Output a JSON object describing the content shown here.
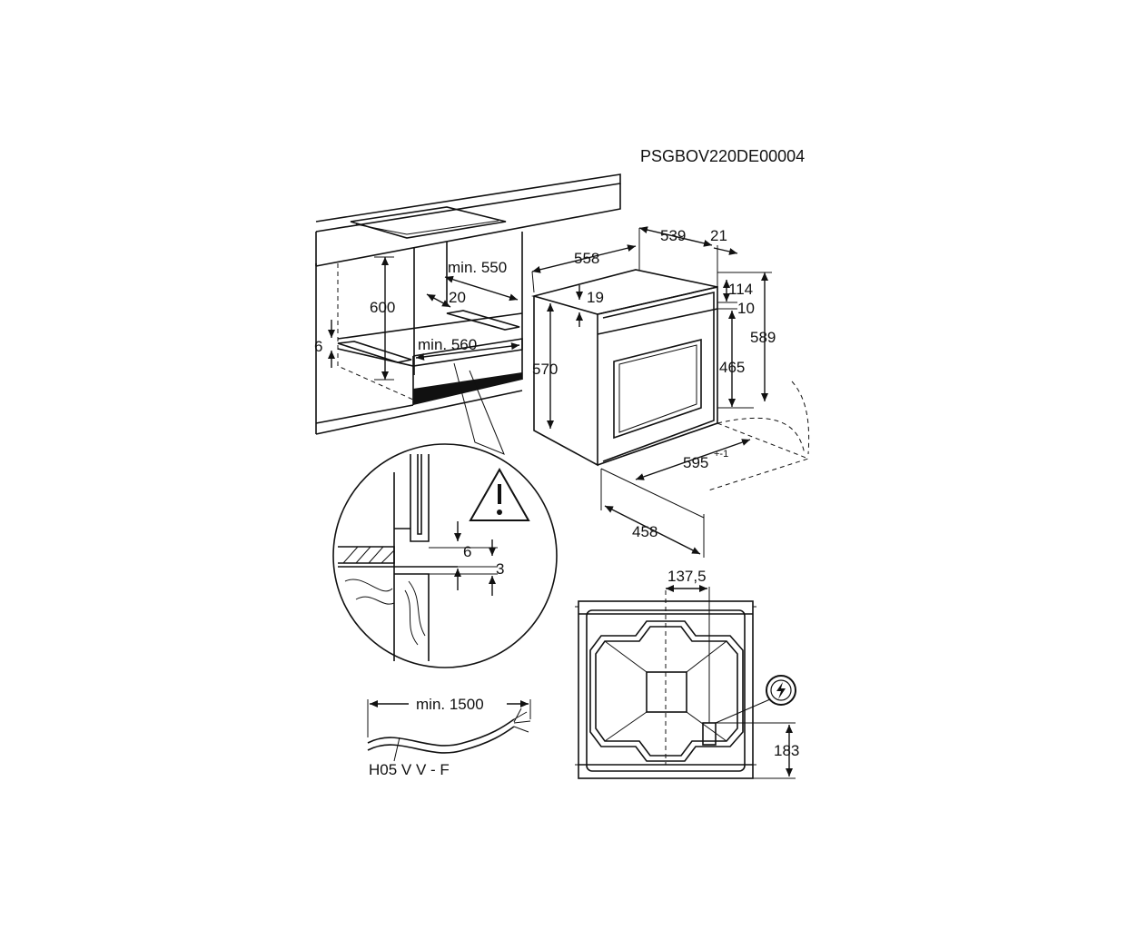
{
  "document": {
    "code": "PSGBOV220DE00004"
  },
  "dimensions": {
    "cabinet_height": "600",
    "cabinet_depth_min": "min. 550",
    "cabinet_width_min": "min. 560",
    "rail_offset": "20",
    "side_offset": "6",
    "oven_height": "570",
    "oven_depth": "558",
    "body_depth": "539",
    "front_thickness": "21",
    "top_offset": "19",
    "panel_top": "114",
    "panel_gap": "10",
    "door_height": "465",
    "front_height": "589",
    "front_width": "595",
    "front_width_tolerance": "+-1",
    "door_open_depth": "458"
  },
  "detail": {
    "gap_upper": "6",
    "gap_lower": "3"
  },
  "cable": {
    "length": "min. 1500",
    "type": "H05 V V - F"
  },
  "rear_view": {
    "offset_x": "137,5",
    "offset_y": "183"
  },
  "icons": [
    "warning-triangle-icon",
    "electrical-connection-icon"
  ]
}
